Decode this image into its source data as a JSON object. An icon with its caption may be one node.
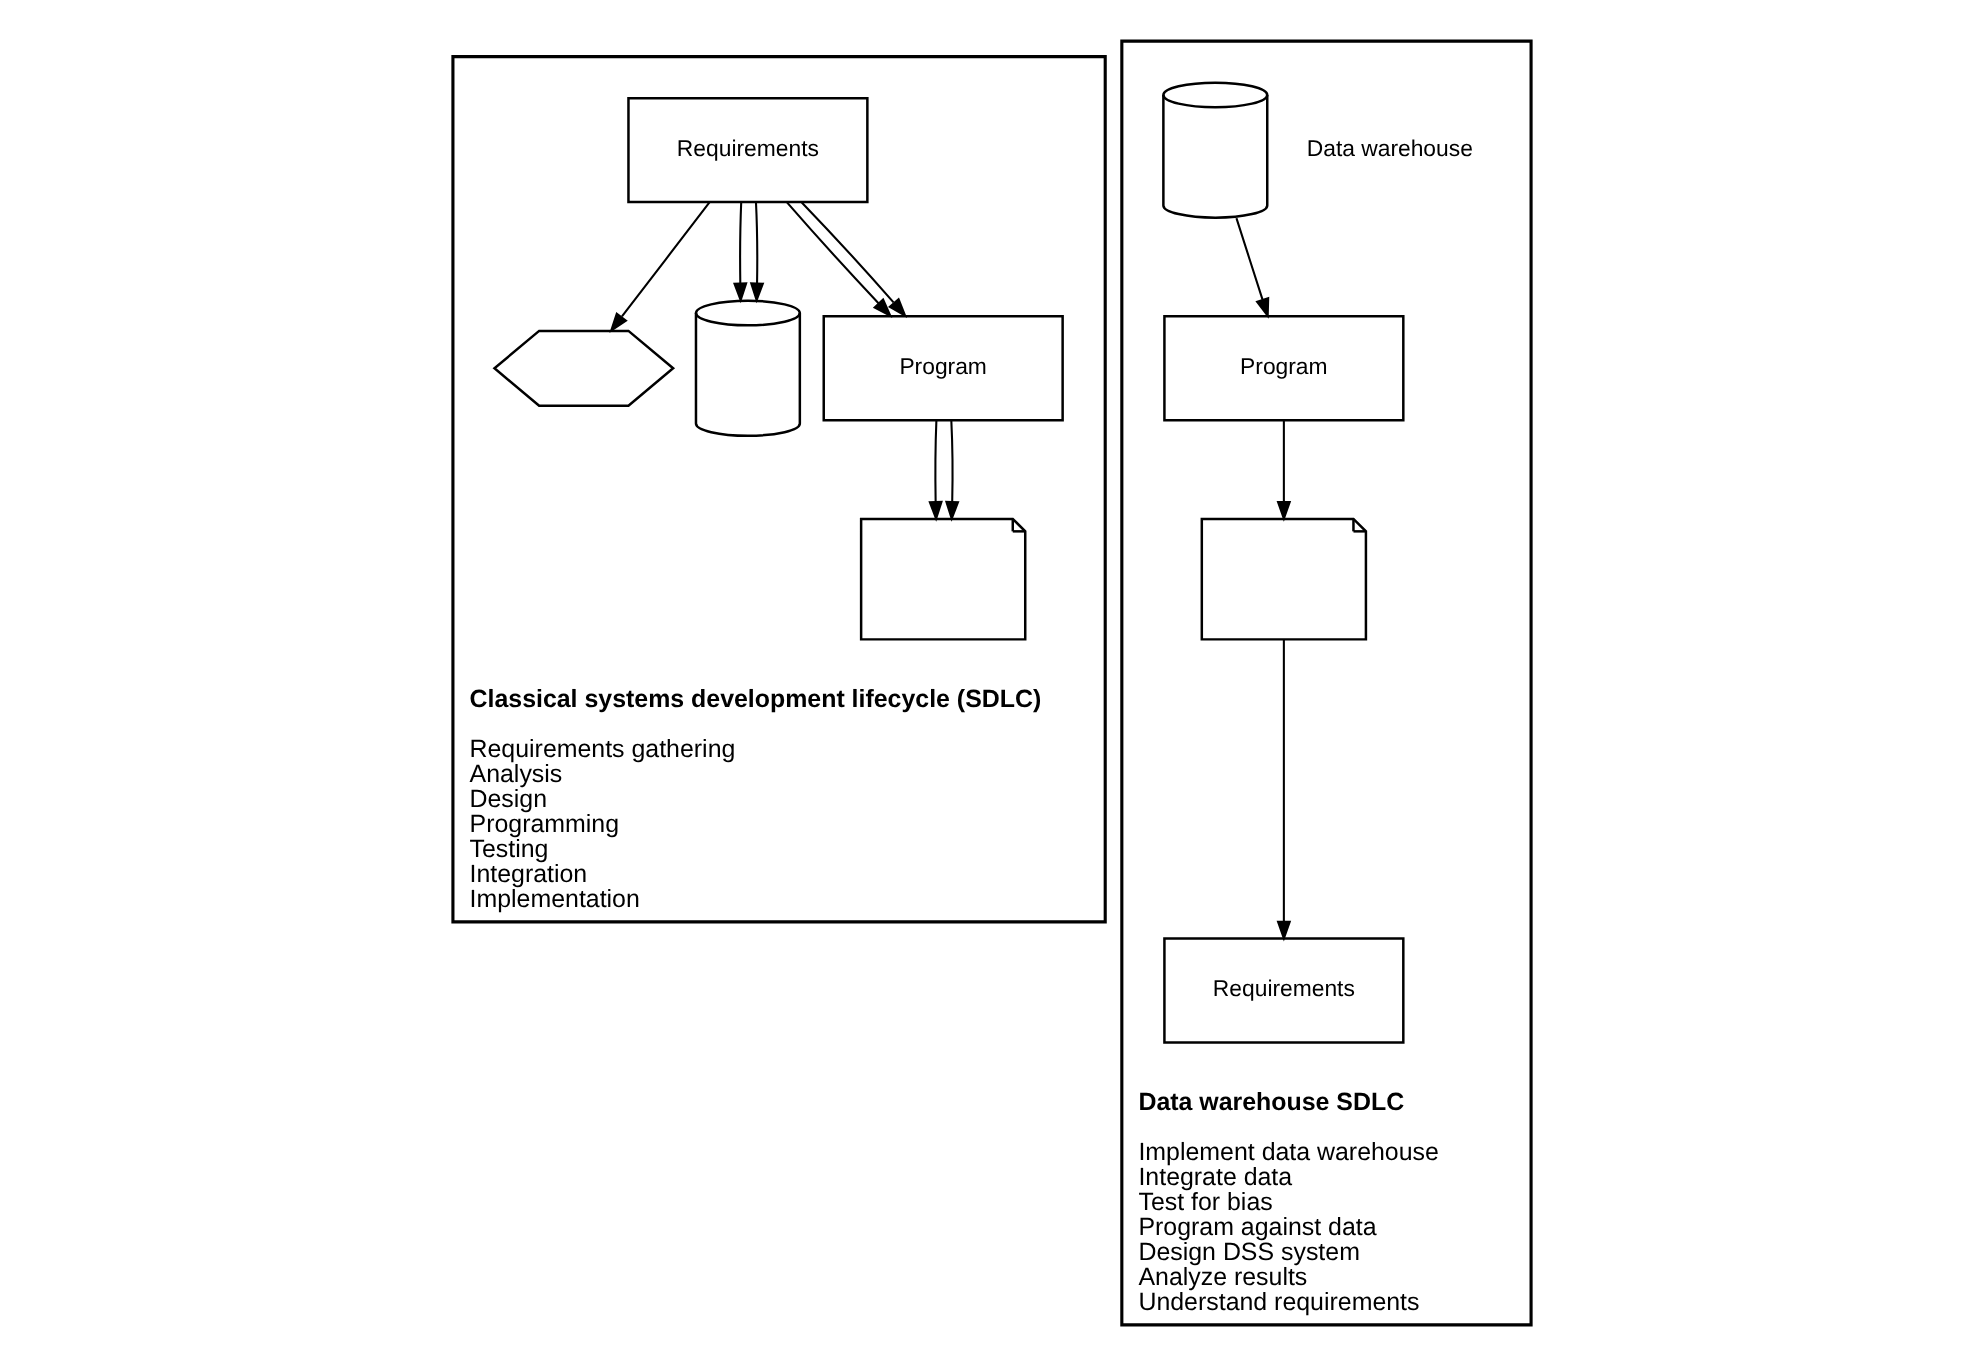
{
  "diagram": {
    "nodes": [
      {
        "text": [
          "Classical systems development lifecycle (SDLC)",
          "Requirements gathering",
          "Analysis",
          "Design",
          "Programming",
          "Testing",
          "Integration",
          "Implementation"
        ]
      },
      {
        "text": [
          "Requirements"
        ],
        "in": 0
      },
      {
        "text": [],
        "shape": "display",
        "in": 0
      },
      {
        "text": [],
        "shape": "cylinder",
        "in": 0
      },
      {
        "text": [
          "Program"
        ],
        "in": 0
      },
      {
        "text": [],
        "shape": "document",
        "in": 0
      },
      {
        "text": [
          "Data warehouse SDLC",
          "Implement data warehouse",
          "Integrate data",
          "Test for bias",
          "Program against data",
          "Design DSS system",
          "Analyze results",
          "Understand requirements"
        ]
      },
      {
        "text": [],
        "shape": "cylinder",
        "in": 6,
        "beside": [
          "Data warehouse"
        ]
      },
      {
        "text": [
          "Program"
        ],
        "in": 6
      },
      {
        "text": [],
        "shape": "document",
        "in": 6
      },
      {
        "text": [
          "Requirements"
        ],
        "in": 6
      }
    ],
    "edges": [
      {
        "from": 1,
        "to": 2,
        "arrow": "to"
      },
      {
        "from": 1,
        "to": 3,
        "arrow": "to"
      },
      {
        "from": 1,
        "to": 3,
        "arrow": "to"
      },
      {
        "from": 1,
        "to": 4,
        "arrow": "to"
      },
      {
        "from": 1,
        "to": 4,
        "arrow": "to"
      },
      {
        "from": 4,
        "to": 5,
        "arrow": "to"
      },
      {
        "from": 4,
        "to": 5,
        "arrow": "to"
      },
      {
        "from": 7,
        "to": 8,
        "arrow": "to"
      },
      {
        "from": 8,
        "to": 9,
        "arrow": "to"
      },
      {
        "from": 9,
        "to": 10,
        "arrow": "to"
      }
    ]
  }
}
